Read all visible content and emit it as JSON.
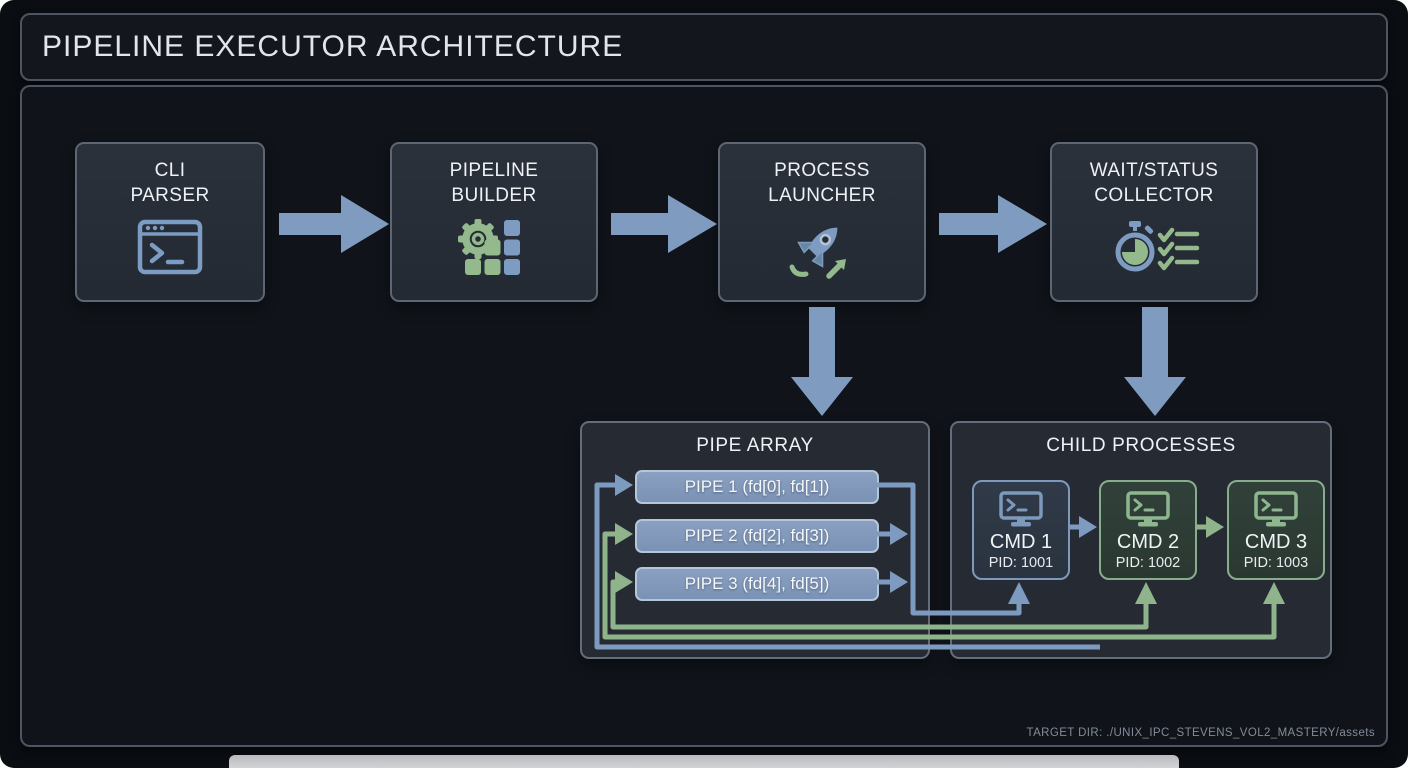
{
  "title": "PIPELINE EXECUTOR ARCHITECTURE",
  "footer": {
    "target_dir": "TARGET DIR: ./UNIX_IPC_STEVENS_VOL2_MASTERY/assets"
  },
  "colors": {
    "accent_blue": "#7f9cc0",
    "accent_green": "#8fb58c",
    "panel_bg": "#262b33",
    "page_bg": "#0a0d12",
    "pipe_fill": "#8299bb",
    "text": "#eef1f5"
  },
  "stages": [
    {
      "line1": "CLI",
      "line2": "PARSER",
      "icon": "terminal-window-icon"
    },
    {
      "line1": "PIPELINE",
      "line2": "BUILDER",
      "icon": "gear-grid-icon"
    },
    {
      "line1": "PROCESS",
      "line2": "LAUNCHER",
      "icon": "rocket-icon"
    },
    {
      "line1": "WAIT/STATUS",
      "line2": "COLLECTOR",
      "icon": "stopwatch-checklist-icon"
    }
  ],
  "pipe_array": {
    "title": "PIPE ARRAY",
    "pipes": [
      "PIPE 1 (fd[0], fd[1])",
      "PIPE 2 (fd[2], fd[3])",
      "PIPE 3 (fd[4], fd[5])"
    ]
  },
  "child_processes": {
    "title": "CHILD PROCESSES",
    "children": [
      {
        "label": "CMD 1",
        "pid": "PID: 1001",
        "accent": "blue",
        "icon": "monitor-terminal-icon"
      },
      {
        "label": "CMD 2",
        "pid": "PID: 1002",
        "accent": "green",
        "icon": "monitor-terminal-icon"
      },
      {
        "label": "CMD 3",
        "pid": "PID: 1003",
        "accent": "green",
        "icon": "monitor-terminal-icon"
      }
    ]
  }
}
